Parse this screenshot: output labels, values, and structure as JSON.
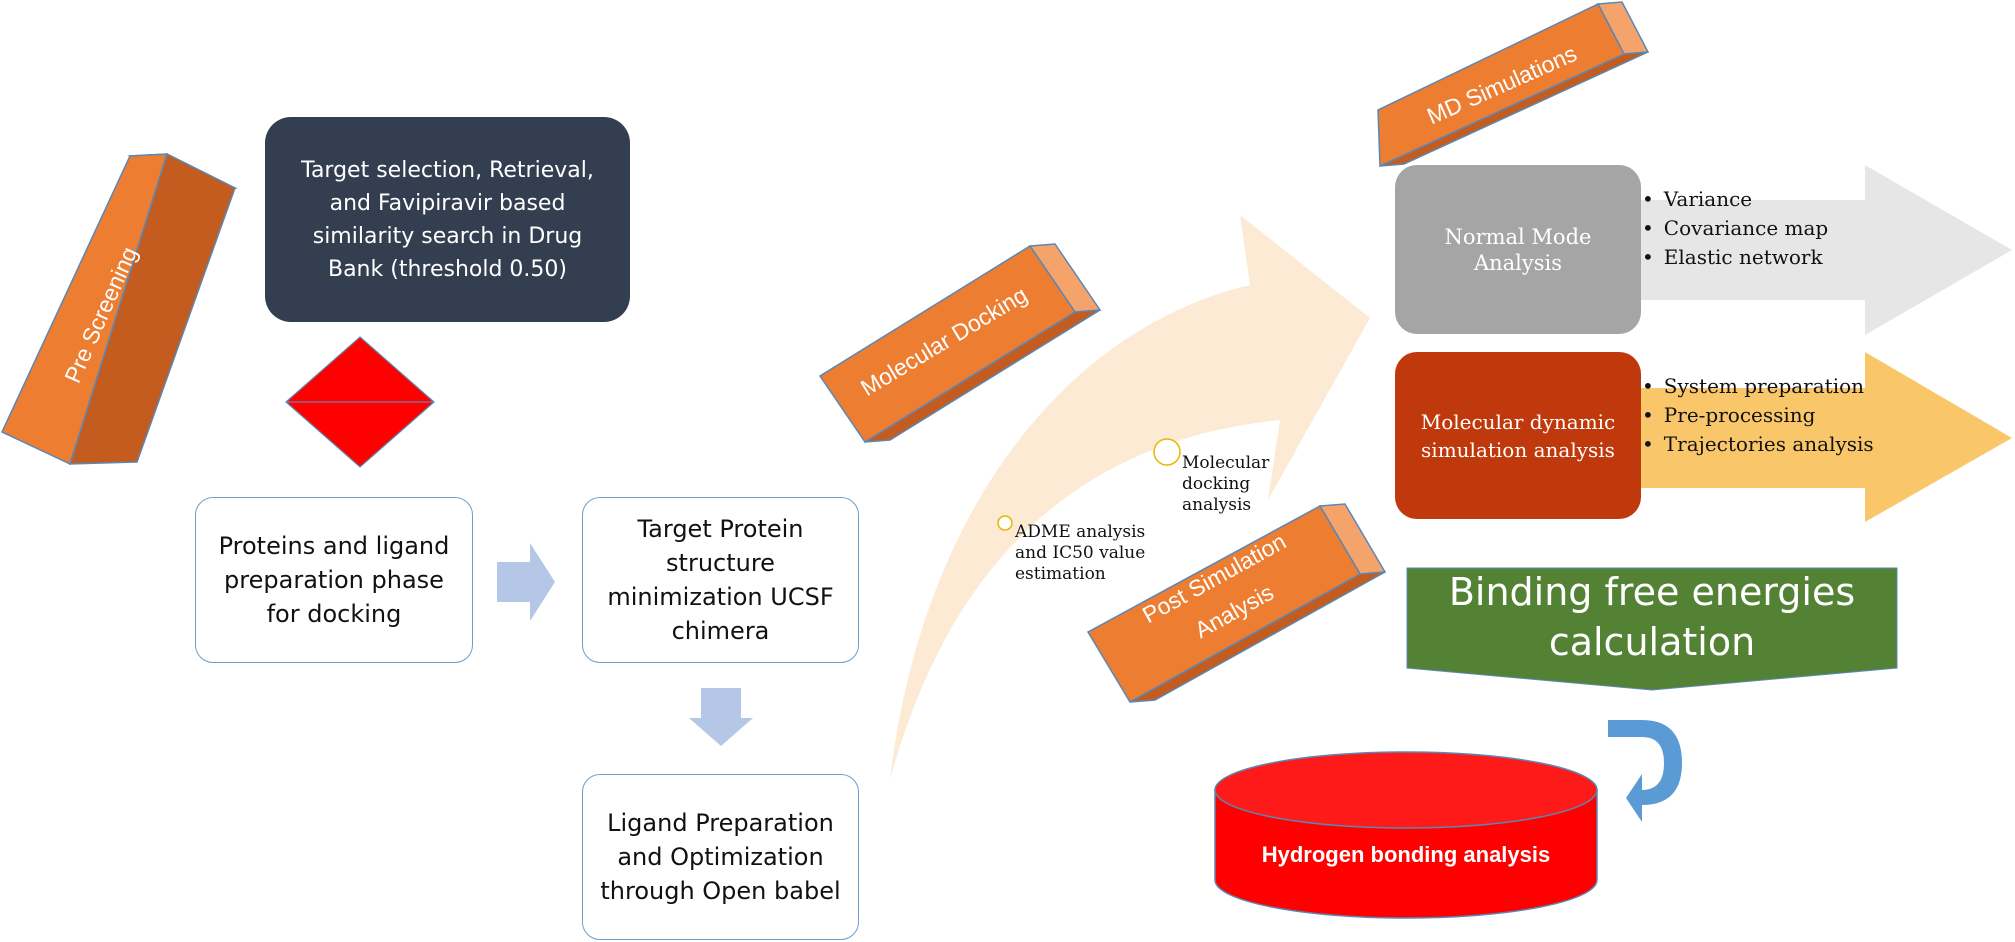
{
  "phases": {
    "pre_screening": "Pre Screening",
    "molecular_docking": "Molecular Docking",
    "md_simulations": "MD Simulations",
    "post_simulation_line1": "Post Simulation",
    "post_simulation_line2": "Analysis"
  },
  "steps": {
    "target_selection": "Target selection, Retrieval, and Favipiravir based similarity search in Drug Bank (threshold 0.50)",
    "protein_ligand_prep": "Proteins and ligand preparation phase for docking",
    "target_minimization": "Target Protein structure minimization UCSF chimera",
    "ligand_prep": "Ligand Preparation and Optimization through Open babel"
  },
  "annotations": {
    "adme": "ADME analysis and IC50 value estimation",
    "docking_analysis": "Molecular docking analysis"
  },
  "nma": {
    "title": "Normal Mode Analysis",
    "items": [
      "Variance",
      "Covariance map",
      "Elastic network"
    ]
  },
  "mdsa": {
    "title": "Molecular dynamic simulation analysis",
    "items": [
      "System preparation",
      "Pre-processing",
      "Trajectories analysis"
    ]
  },
  "binding_free_energy_line1": "Binding free energies",
  "binding_free_energy_line2": "calculation",
  "hydrogen_bonding": "Hydrogen bonding analysis",
  "colors": {
    "orange_front": "#ed7d31",
    "orange_top": "#f4a46b",
    "orange_side": "#c45c1f",
    "dark_navy": "#333f50",
    "red": "#ff0000",
    "light_blue_arrow": "#b4c7e7",
    "nma_gray": "#a5a5a5",
    "nma_arrow": "#e7e6e6",
    "mdsa_rust": "#c0390c",
    "mdsa_arrow": "#f9c76a",
    "green": "#548235",
    "curve_arrow": "#fde6cc",
    "u_turn_arrow": "#5b9bd5"
  }
}
